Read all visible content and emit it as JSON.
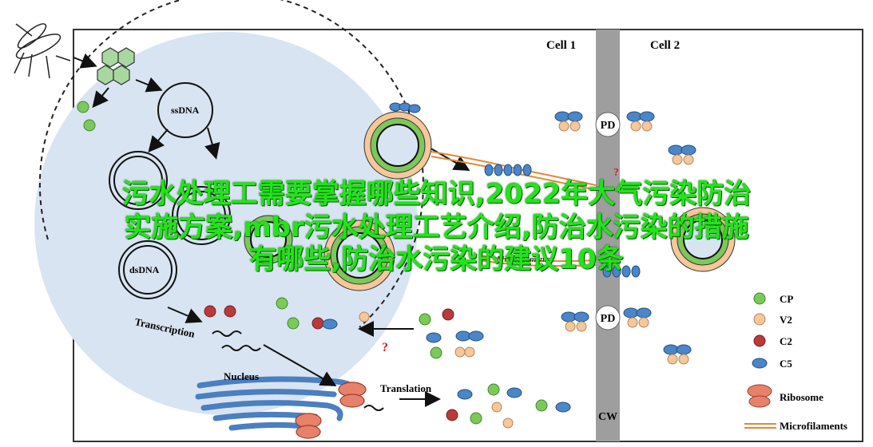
{
  "labels": {
    "cell1": "Cell 1",
    "cell2": "Cell 2",
    "pd_top": "PD",
    "pd_bottom": "PD",
    "cw": "CW",
    "ssdna": "ssDNA",
    "dsdna": "dsDNA",
    "transcription": "Transcription",
    "nucleus": "Nucleus",
    "translation": "Translation",
    "microfilaments": "Microfilaments",
    "q1": "?",
    "q2": "?"
  },
  "legend": [
    {
      "label": "CP",
      "color": "#7cc85a",
      "stroke": "#3d8a2a"
    },
    {
      "label": "V2",
      "color": "#f5c79a",
      "stroke": "#b8845a"
    },
    {
      "label": "C2",
      "color": "#b83a3a",
      "stroke": "#7a2020"
    },
    {
      "label": "C5",
      "color": "#4a86c8",
      "stroke": "#234f80"
    },
    {
      "label": "Ribosome"
    },
    {
      "label": "Microfilaments"
    }
  ],
  "colors": {
    "cp": "#7cc85a",
    "v2": "#f5c79a",
    "c2": "#b83a3a",
    "c5": "#4a86c8",
    "ribosome": "#e8816a",
    "nucleus_fill": "#d8e4f2",
    "wall": "#9e9e9e",
    "overlay_text": "#22e41a"
  },
  "overlay": {
    "line1": "污水处理工需要掌握哪些知识,2022年大气污染防治",
    "line2": "实施方案,mbr污水处理工艺介绍,防治水污染的措施",
    "line3": "有哪些,防治水污染的建议10条"
  }
}
